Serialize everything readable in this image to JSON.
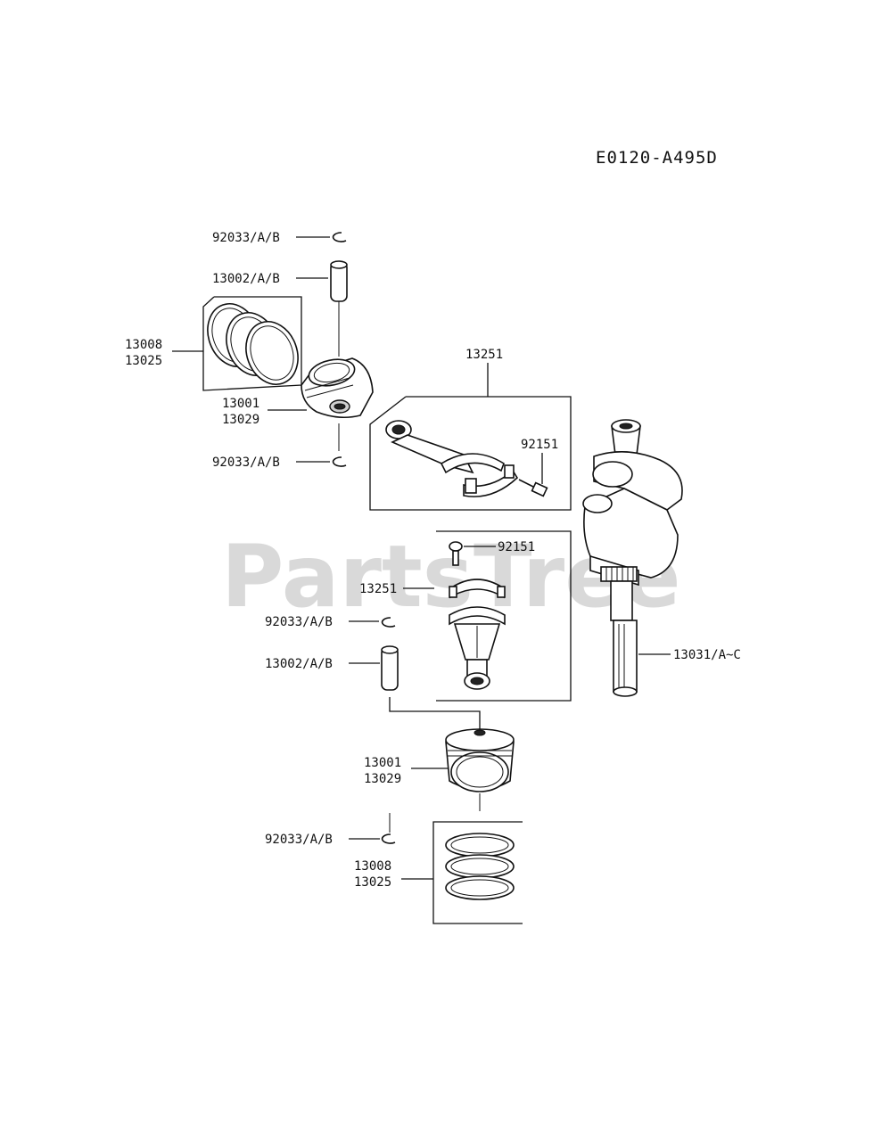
{
  "diagram_code": "E0120-A495D",
  "watermark": "PartsTree",
  "labels": {
    "top_clip_upper": "92033/A/B",
    "top_pin": "13002/A/B",
    "top_rings_1": "13008",
    "top_rings_2": "13025",
    "top_piston_1": "13001",
    "top_piston_2": "13029",
    "top_clip_lower": "92033/A/B",
    "rod_top": "13251",
    "bolt_top": "92151",
    "bolt_bottom": "92151",
    "rod_bottom": "13251",
    "bottom_clip_upper": "92033/A/B",
    "bottom_pin": "13002/A/B",
    "crankshaft": "13031/A~C",
    "bottom_piston_1": "13001",
    "bottom_piston_2": "13029",
    "bottom_clip_lower": "92033/A/B",
    "bottom_rings_1": "13008",
    "bottom_rings_2": "13025"
  }
}
